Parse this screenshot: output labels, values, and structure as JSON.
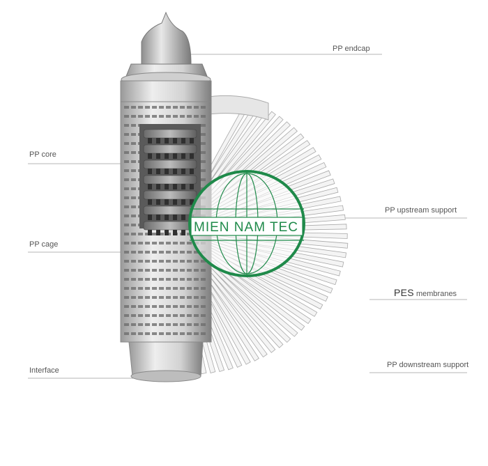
{
  "labels": {
    "endcap": "PP endcap",
    "core": "PP core",
    "cage": "PP cage",
    "interface": "Interface",
    "upstream": "PP upstream support",
    "pes_bold": "PES",
    "pes_rest": " membranes",
    "downstream": "PP downstream support"
  },
  "watermark": {
    "text": "MIEN NAM TEC",
    "color": "#1f8a4a"
  },
  "colors": {
    "cartridge_light": "#e4e4e4",
    "cartridge_dark": "#8a8a8a",
    "pleat": "#f4f4f4",
    "pleat_edge": "#a9a9a9",
    "leader_line": "#b5b5b5"
  }
}
